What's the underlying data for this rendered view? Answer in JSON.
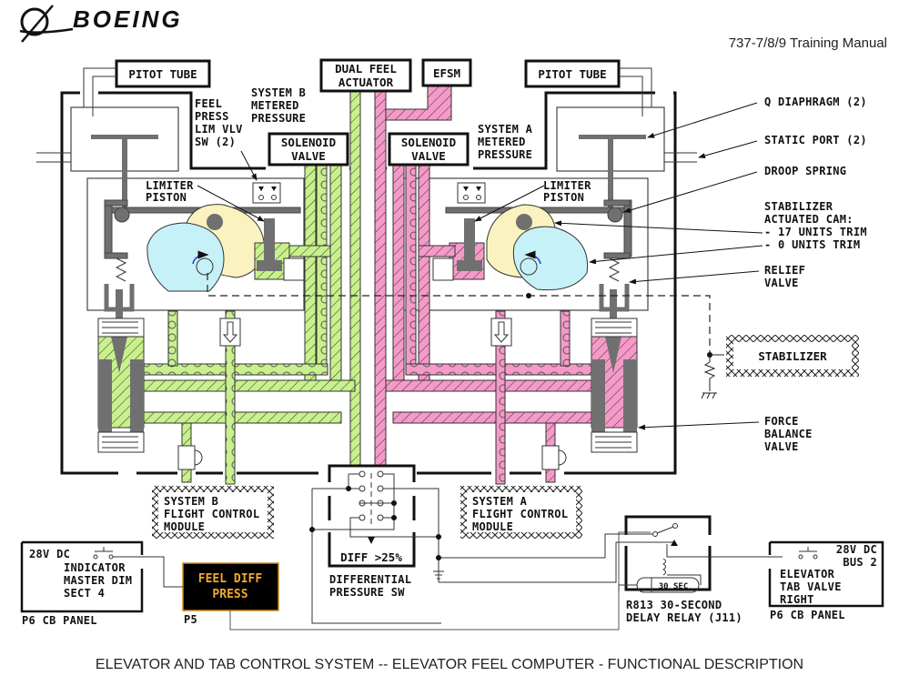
{
  "header": {
    "logo_text": "BOEING",
    "manual_title": "737-7/8/9 Training Manual"
  },
  "footer": {
    "caption": "ELEVATOR AND TAB CONTROL SYSTEM -- ELEVATOR FEEL COMPUTER - FUNCTIONAL DESCRIPTION"
  },
  "colors": {
    "system_b_fluid": "#c8f08c",
    "system_a_fluid": "#f59ac8",
    "cam_17_units": "#fbf3bf",
    "cam_0_units": "#c7f1f8",
    "mechanism": "#707070",
    "annunciator_bg": "#000000",
    "annunciator_text": "#f0a830"
  },
  "boxes": {
    "pitot_tube_left": "PITOT TUBE",
    "pitot_tube_right": "PITOT TUBE",
    "dual_feel_actuator": [
      "DUAL FEEL",
      "ACTUATOR"
    ],
    "efsm": "EFSM",
    "solenoid_valve_b": [
      "SOLENOID",
      "VALVE"
    ],
    "solenoid_valve_a": [
      "SOLENOID",
      "VALVE"
    ],
    "stabilizer": "STABILIZER",
    "system_b_fcm": [
      "SYSTEM B",
      "FLIGHT CONTROL",
      "MODULE"
    ],
    "system_a_fcm": [
      "SYSTEM A",
      "FLIGHT CONTROL",
      "MODULE"
    ],
    "diff_switch_inner": "DIFF >25%",
    "delay_timer": "30 SEC"
  },
  "labels": {
    "feel_press_lim": [
      "FEEL",
      "PRESS",
      "LIM VLV",
      "SW (2)"
    ],
    "system_b_metered": [
      "SYSTEM B",
      "METERED",
      "PRESSURE"
    ],
    "system_a_metered": [
      "SYSTEM A",
      "METERED",
      "PRESSURE"
    ],
    "limiter_piston_left": [
      "LIMITER",
      "PISTON"
    ],
    "limiter_piston_right": [
      "LIMITER",
      "PISTON"
    ],
    "q_diaphragm": "Q DIAPHRAGM (2)",
    "static_port": "STATIC PORT (2)",
    "droop_spring": "DROOP SPRING",
    "stab_cam": [
      "STABILIZER",
      "ACTUATED CAM:",
      "- 17 UNITS TRIM",
      "- 0 UNITS TRIM"
    ],
    "relief_valve": [
      "RELIEF",
      "VALVE"
    ],
    "force_balance": [
      "FORCE",
      "BALANCE",
      "VALVE"
    ],
    "diff_pressure_sw": [
      "DIFFERENTIAL",
      "PRESSURE SW"
    ],
    "delay_relay": [
      "R813 30-SECOND",
      "DELAY RELAY (J11)"
    ]
  },
  "panels": {
    "left_cb": {
      "voltage": "28V DC",
      "name": [
        "INDICATOR",
        "MASTER DIM",
        "SECT 4"
      ],
      "caption": "P6 CB PANEL"
    },
    "right_cb": {
      "voltage": [
        "28V DC",
        "BUS 2"
      ],
      "name": [
        "ELEVATOR",
        "TAB VALVE",
        "RIGHT"
      ],
      "caption": "P6 CB PANEL"
    },
    "annunciator": {
      "text": [
        "FEEL DIFF",
        "PRESS"
      ],
      "caption": "P5"
    }
  }
}
